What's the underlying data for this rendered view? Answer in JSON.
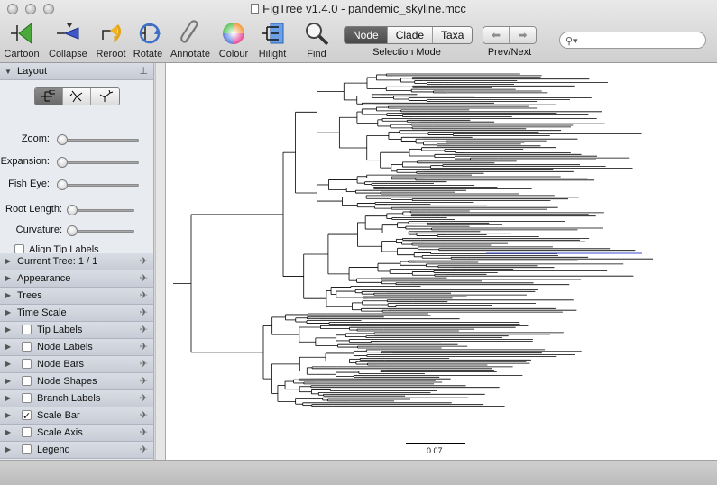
{
  "window": {
    "title": "FigTree v1.4.0 - pandemic_skyline.mcc"
  },
  "toolbar": {
    "cartoon": "Cartoon",
    "collapse": "Collapse",
    "reroot": "Reroot",
    "rotate": "Rotate",
    "annotate": "Annotate",
    "colour": "Colour",
    "hilight": "Hilight",
    "find": "Find",
    "selection_mode": {
      "options": [
        "Node",
        "Clade",
        "Taxa"
      ],
      "active": "Node",
      "label": "Selection Mode"
    },
    "prevnext_label": "Prev/Next",
    "search": {
      "value": "",
      "placeholder": ""
    }
  },
  "layout_panel": {
    "title": "Layout",
    "zoom_label": "Zoom:",
    "expansion_label": "Expansion:",
    "fisheye_label": "Fish Eye:",
    "rootlength_label": "Root Length:",
    "curvature_label": "Curvature:",
    "align_tip_labels": "Align Tip Labels",
    "slider_levels": {
      "zoom": 0,
      "expansion": 0,
      "fisheye": 0,
      "rootlength": 0,
      "curvature": 0
    }
  },
  "sections": [
    {
      "key": "current_tree",
      "label": "Current Tree: 1 / 1",
      "has_checkbox": false,
      "checked": false
    },
    {
      "key": "appearance",
      "label": "Appearance",
      "has_checkbox": false,
      "checked": false
    },
    {
      "key": "trees",
      "label": "Trees",
      "has_checkbox": false,
      "checked": false
    },
    {
      "key": "time_scale",
      "label": "Time Scale",
      "has_checkbox": false,
      "checked": false
    },
    {
      "key": "tip_labels",
      "label": "Tip Labels",
      "has_checkbox": true,
      "checked": false
    },
    {
      "key": "node_labels",
      "label": "Node Labels",
      "has_checkbox": true,
      "checked": false
    },
    {
      "key": "node_bars",
      "label": "Node Bars",
      "has_checkbox": true,
      "checked": false
    },
    {
      "key": "node_shapes",
      "label": "Node Shapes",
      "has_checkbox": true,
      "checked": false
    },
    {
      "key": "branch_labels",
      "label": "Branch Labels",
      "has_checkbox": true,
      "checked": false
    },
    {
      "key": "scale_bar",
      "label": "Scale Bar",
      "has_checkbox": true,
      "checked": true
    },
    {
      "key": "scale_axis",
      "label": "Scale Axis",
      "has_checkbox": true,
      "checked": false
    },
    {
      "key": "legend",
      "label": "Legend",
      "has_checkbox": true,
      "checked": false
    }
  ],
  "canvas": {
    "scale_bar_value": "0.07",
    "highlight_color": "#3a4bd0"
  }
}
